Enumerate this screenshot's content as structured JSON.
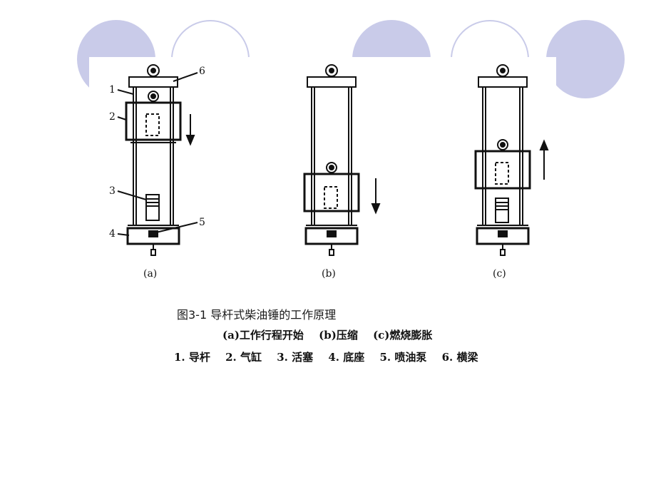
{
  "figure": {
    "caption": "图3-1  导杆式柴油锤的工作原理",
    "stage_legend": [
      "(a)工作行程开始",
      "(b)压缩",
      "(c)燃烧膨胀"
    ],
    "part_legend": [
      "1. 导杆",
      "2. 气缸",
      "3. 活塞",
      "4. 底座",
      "5. 喷油泵",
      "6. 横梁"
    ]
  },
  "panels": [
    {
      "label": "(a)",
      "part_callouts": [
        "1",
        "2",
        "3",
        "4",
        "5",
        "6"
      ],
      "motion": "down"
    },
    {
      "label": "(b)",
      "part_callouts": [],
      "motion": "down"
    },
    {
      "label": "(c)",
      "part_callouts": [],
      "motion": "up"
    }
  ],
  "colors": {
    "decor": "#c9cbe9",
    "ink": "#111111"
  }
}
